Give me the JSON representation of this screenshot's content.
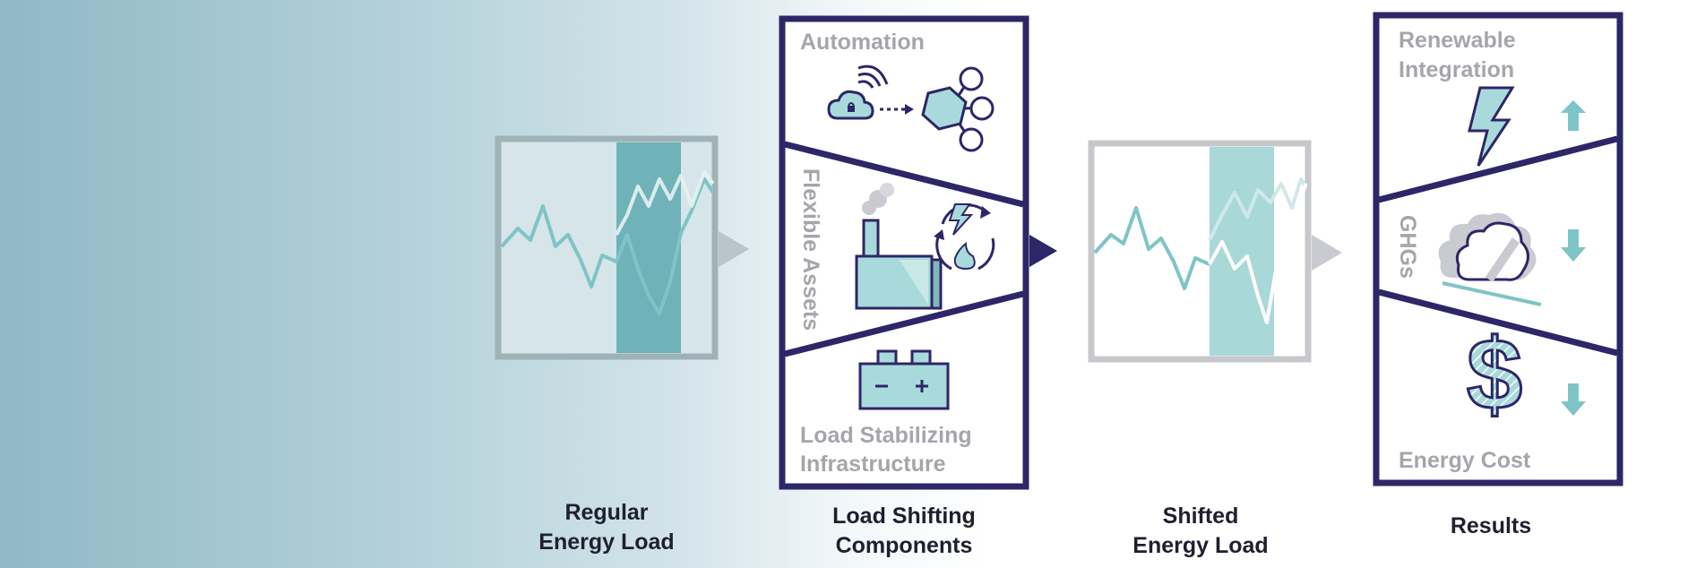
{
  "stages": [
    {
      "caption_line1": "Regular",
      "caption_line2": "Energy Load"
    },
    {
      "caption_line1": "Load Shifting",
      "caption_line2": "Components"
    },
    {
      "caption_line1": "Shifted",
      "caption_line2": "Energy Load"
    },
    {
      "caption_line1": "Results",
      "caption_line2": ""
    }
  ],
  "components": {
    "automation": "Automation",
    "flexible_assets": "Flexible Assets",
    "load_stabilizing_line1": "Load Stabilizing",
    "load_stabilizing_line2": "Infrastructure"
  },
  "results": {
    "renewable_line1": "Renewable",
    "renewable_line2": "Integration",
    "renewable_trend": "up",
    "ghgs": "GHGs",
    "ghgs_trend": "down",
    "energy_cost": "Energy Cost",
    "energy_cost_trend": "down"
  },
  "colors": {
    "navy": "#2d2668",
    "teal": "#7fc4c6",
    "grey_text": "#a4a6ab",
    "caption": "#1f1f30"
  },
  "icons": [
    "cloud-wifi-icon",
    "node-graph-icon",
    "factory-icon",
    "energy-cycle-icon",
    "battery-icon",
    "lightning-bolt-icon",
    "arrow-up-icon",
    "emissions-cloud-icon",
    "arrow-down-icon",
    "dollar-icon"
  ]
}
